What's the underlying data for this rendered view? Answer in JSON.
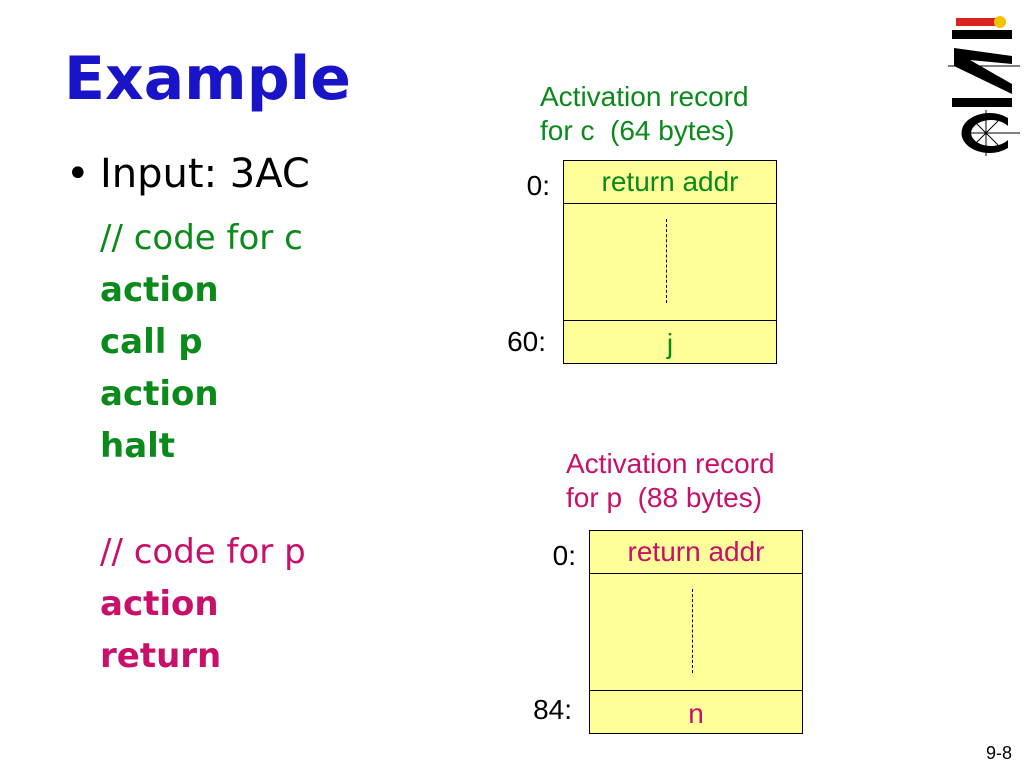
{
  "slide": {
    "title": "Example",
    "bullet": "Input: 3AC",
    "page_number": "9-8"
  },
  "code_c": {
    "comment": "// code for c",
    "lines": [
      "action",
      "call p",
      "action",
      "halt"
    ]
  },
  "code_p": {
    "comment": "// code for p",
    "lines": [
      "action",
      "return"
    ]
  },
  "record_c": {
    "caption": "Activation record\nfor c  (64 bytes)",
    "top_label": "return addr",
    "bottom_label": "j",
    "top_offset": "0:",
    "bottom_offset": "60:",
    "color": "#0a8a1a"
  },
  "record_p": {
    "caption": "Activation record\nfor p  (88 bytes)",
    "top_label": "return addr",
    "bottom_label": "n",
    "top_offset": "0:",
    "bottom_offset": "84:",
    "color": "#c8106a"
  },
  "logo": {
    "name": "iaic-logo-icon",
    "text": "IAIC"
  }
}
